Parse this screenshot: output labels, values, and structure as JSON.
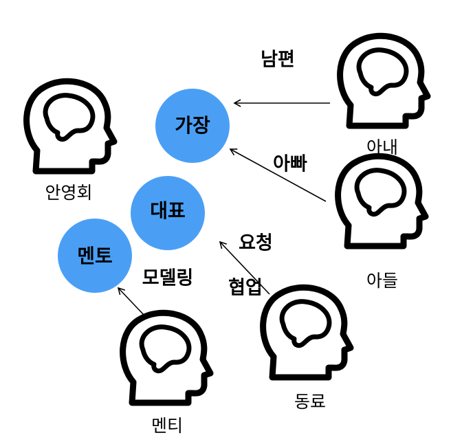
{
  "colors": {
    "circle_fill": "#4a9ff5",
    "ink": "#000000",
    "background": "#ffffff"
  },
  "icon": "human-head-brain-icon",
  "roles": {
    "head_of_household": "가장",
    "ceo": "대표",
    "mentor": "멘토"
  },
  "persons": {
    "self": "안영회",
    "wife": "아내",
    "son": "아들",
    "coworker": "동료",
    "mentee": "멘티"
  },
  "relations": {
    "husband": "남편",
    "dad": "아빠",
    "request": "요청",
    "collaboration": "협업",
    "modeling": "모델링"
  }
}
